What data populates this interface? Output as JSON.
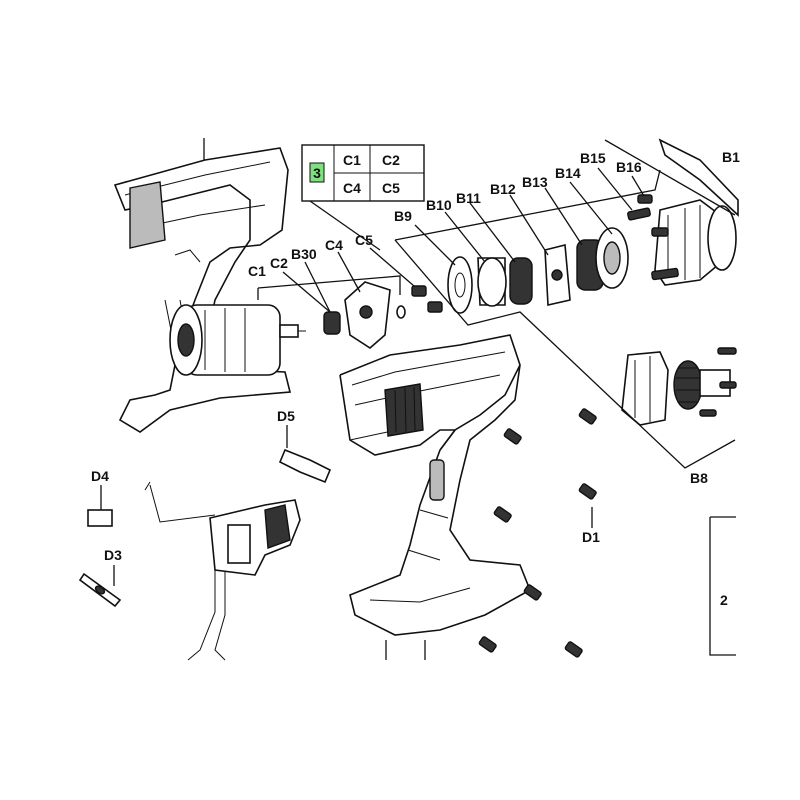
{
  "legend": {
    "key": "3",
    "cells": [
      "C1",
      "C2",
      "C4",
      "C5"
    ],
    "highlight_color": "#7ee07e"
  },
  "labels": {
    "B1": "B1",
    "B8": "B8",
    "B9": "B9",
    "B10": "B10",
    "B11": "B11",
    "B12": "B12",
    "B13": "B13",
    "B14": "B14",
    "B15": "B15",
    "B16": "B16",
    "B30": "B30",
    "C1": "C1",
    "C2": "C2",
    "C4": "C4",
    "C5": "C5",
    "D1": "D1",
    "D3": "D3",
    "D4": "D4",
    "D5": "D5",
    "group2": "2"
  }
}
